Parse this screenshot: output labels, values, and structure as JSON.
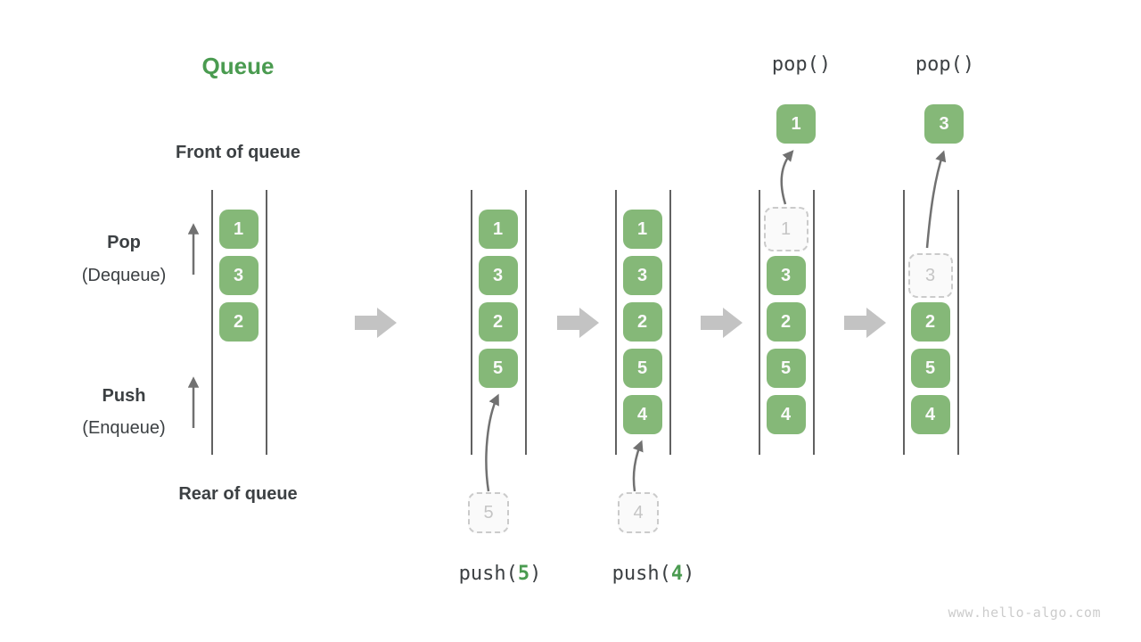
{
  "title": "Queue",
  "watermark": "www.hello-algo.com",
  "side_labels": {
    "front": "Front of queue",
    "rear": "Rear of queue",
    "pop_title": "Pop",
    "pop_sub": "(Dequeue)",
    "push_title": "Push",
    "push_sub": "(Enqueue)"
  },
  "colors": {
    "accent_green": "#4a9b50",
    "cell_green": "#85b878",
    "cell_text": "#fafafa",
    "dark_text": "#3c4043",
    "wall_line": "#616161",
    "thin_arrow": "#717171",
    "flow_arrow": "#c3c3c3",
    "dash_border": "#cbcbcb",
    "dash_fill": "#fafafa",
    "dash_text": "#c5c5c5",
    "watermark_gray": "#cccccc"
  },
  "stages": [
    {
      "cells": [
        {
          "value": "1",
          "row": 0,
          "state": "filled"
        },
        {
          "value": "3",
          "row": 1,
          "state": "filled"
        },
        {
          "value": "2",
          "row": 2,
          "state": "filled"
        }
      ]
    },
    {
      "operation": {
        "pre": "push(",
        "arg": "5",
        "post": ")"
      },
      "incoming": {
        "value": "5"
      },
      "cells": [
        {
          "value": "1",
          "row": 0,
          "state": "filled"
        },
        {
          "value": "3",
          "row": 1,
          "state": "filled"
        },
        {
          "value": "2",
          "row": 2,
          "state": "filled"
        },
        {
          "value": "5",
          "row": 3,
          "state": "filled"
        }
      ]
    },
    {
      "operation": {
        "pre": "push(",
        "arg": "4",
        "post": ")"
      },
      "incoming": {
        "value": "4"
      },
      "cells": [
        {
          "value": "1",
          "row": 0,
          "state": "filled"
        },
        {
          "value": "3",
          "row": 1,
          "state": "filled"
        },
        {
          "value": "2",
          "row": 2,
          "state": "filled"
        },
        {
          "value": "5",
          "row": 3,
          "state": "filled"
        },
        {
          "value": "4",
          "row": 4,
          "state": "filled"
        }
      ]
    },
    {
      "operation_top": "pop()",
      "popped": {
        "value": "1"
      },
      "cells": [
        {
          "value": "1",
          "row": 0,
          "state": "dashed"
        },
        {
          "value": "3",
          "row": 1,
          "state": "filled"
        },
        {
          "value": "2",
          "row": 2,
          "state": "filled"
        },
        {
          "value": "5",
          "row": 3,
          "state": "filled"
        },
        {
          "value": "4",
          "row": 4,
          "state": "filled"
        }
      ]
    },
    {
      "operation_top": "pop()",
      "popped": {
        "value": "3"
      },
      "cells": [
        {
          "value": "3",
          "row": 1,
          "state": "dashed"
        },
        {
          "value": "2",
          "row": 2,
          "state": "filled"
        },
        {
          "value": "5",
          "row": 3,
          "state": "filled"
        },
        {
          "value": "4",
          "row": 4,
          "state": "filled"
        }
      ]
    }
  ]
}
